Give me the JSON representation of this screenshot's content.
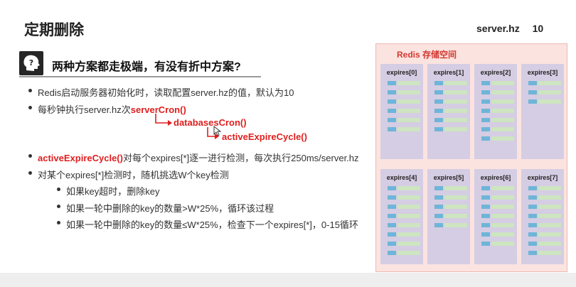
{
  "slide": {
    "title": "定期删除",
    "config_key": "server.hz",
    "config_value": "10"
  },
  "question": {
    "text": "两种方案都走极端，有没有折中方案?",
    "icon": "question-head-icon"
  },
  "bullets": {
    "b1": "Redis启动服务器初始化时，读取配置server.hz的值，默认为10",
    "b2_prefix": "每秒钟执行server.hz次",
    "b2_highlight": "serverCron()",
    "chain1": "databasesCron()",
    "chain2": "activeExpireCycle()",
    "b3_highlight": "activeExpireCycle()",
    "b3_rest": "对每个expires[*]逐一进行检测，每次执行250ms/server.hz",
    "b4": "对某个expires[*]检测时，随机挑选W个key检测",
    "sub1": "如果key超时，删除key",
    "sub2": "如果一轮中删除的key的数量>W*25%，循环该过程",
    "sub3": "如果一轮中删除的key的数量≤W*25%，检查下一个expires[*]，0-15循环"
  },
  "colors": {
    "accent_red": "#e01d1d",
    "panel_bg": "#fbe3e0",
    "bucket_bg": "#d5cde3",
    "key_blue": "#6eb5d8",
    "value_green": "#cde5c0"
  },
  "redis": {
    "title": "Redis 存储空间",
    "buckets": [
      {
        "label": "expires[0]",
        "entries": 6
      },
      {
        "label": "expires[1]",
        "entries": 6
      },
      {
        "label": "expires[2]",
        "entries": 7
      },
      {
        "label": "expires[3]",
        "entries": 3
      },
      {
        "label": "expires[4]",
        "entries": 8
      },
      {
        "label": "expires[5]",
        "entries": 5
      },
      {
        "label": "expires[6]",
        "entries": 7
      },
      {
        "label": "expires[7]",
        "entries": 8
      }
    ]
  }
}
